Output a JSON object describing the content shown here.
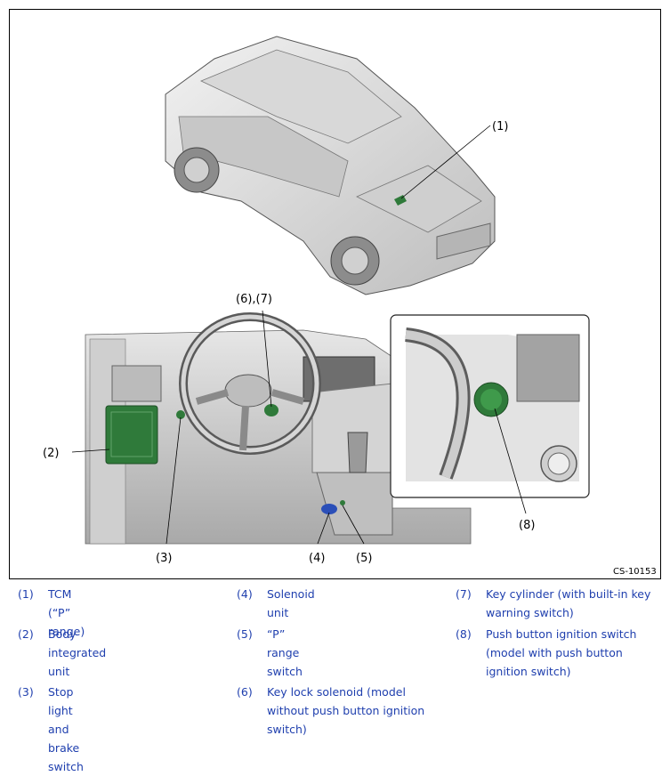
{
  "figure": {
    "code": "CS-10153",
    "callouts": {
      "c1": "(1)",
      "c67": "(6),(7)",
      "c2": "(2)",
      "c3": "(3)",
      "c4": "(4)",
      "c5": "(5)",
      "c8": "(8)"
    }
  },
  "colors": {
    "legend_text": "#1f3fae",
    "component": "#2f7a3a",
    "solenoid": "#2b4fb8"
  },
  "legend": [
    {
      "num": "(1)",
      "lines": [
        "TCM (“P” range)"
      ]
    },
    {
      "num": "(2)",
      "lines": [
        "Body integrated unit"
      ]
    },
    {
      "num": "(3)",
      "lines": [
        "Stop light and brake switch"
      ]
    },
    {
      "num": "(4)",
      "lines": [
        "Solenoid unit"
      ]
    },
    {
      "num": "(5)",
      "lines": [
        "“P” range switch"
      ]
    },
    {
      "num": "(6)",
      "lines": [
        "Key lock solenoid (model",
        "without push button ignition",
        "switch)"
      ]
    },
    {
      "num": "(7)",
      "lines": [
        "Key cylinder (with built-in key",
        "warning switch)"
      ]
    },
    {
      "num": "(8)",
      "lines": [
        "Push button ignition switch",
        "(model with push button",
        "ignition switch)"
      ]
    }
  ]
}
